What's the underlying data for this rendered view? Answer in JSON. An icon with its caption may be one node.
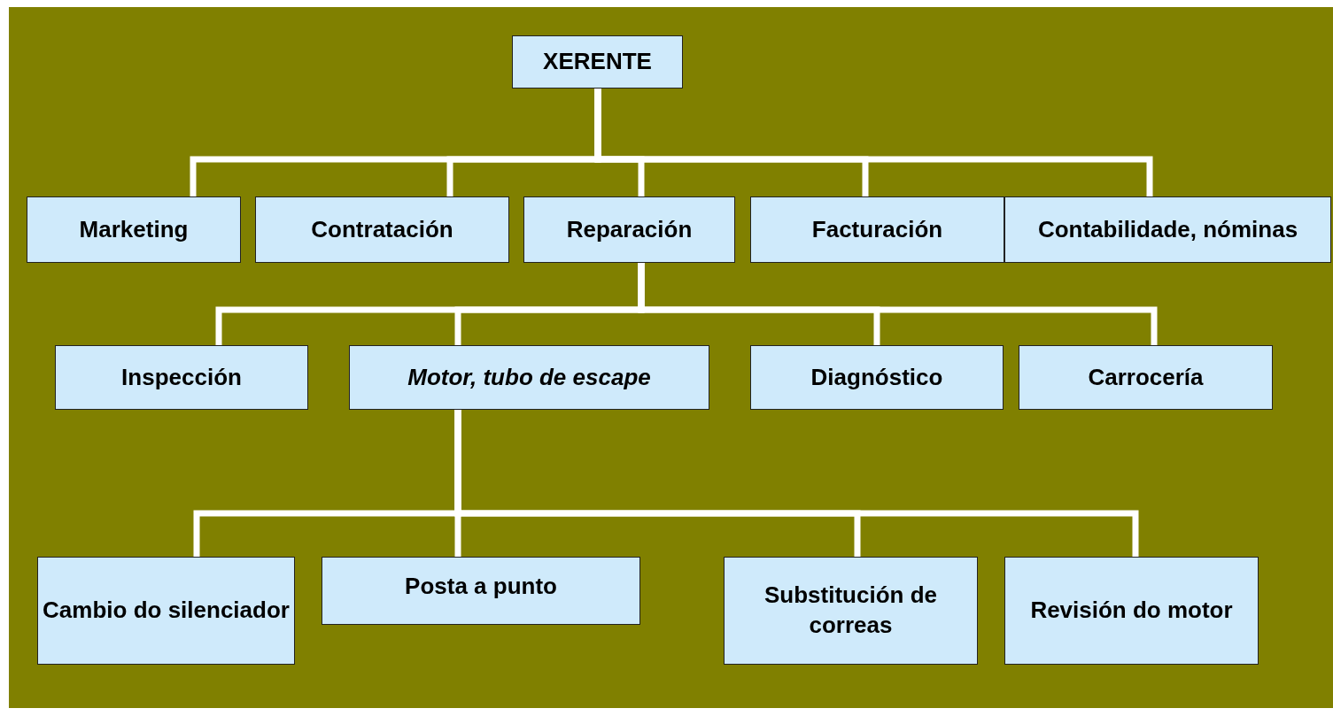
{
  "diagram": {
    "nodes": [
      {
        "text": [
          "XERENTE"
        ]
      },
      {
        "text": [
          "Marketing"
        ]
      },
      {
        "text": [
          "Contratación"
        ]
      },
      {
        "text": [
          "Reparación"
        ]
      },
      {
        "text": [
          "Facturación"
        ]
      },
      {
        "text": [
          "Contabilidade, nóminas"
        ]
      },
      {
        "text": [
          "Inspección"
        ]
      },
      {
        "text": [
          "Motor, tubo de escape"
        ]
      },
      {
        "text": [
          "Diagnóstico"
        ]
      },
      {
        "text": [
          "Carrocería"
        ]
      },
      {
        "text": [
          "Cambio do silenciador"
        ]
      },
      {
        "text": [
          "Posta a punto"
        ]
      },
      {
        "text": [
          "Substitución de correas"
        ]
      },
      {
        "text": [
          "Revisión do motor"
        ]
      }
    ],
    "edges": [
      {
        "from": 0,
        "to": 1,
        "arrow": "none"
      },
      {
        "from": 0,
        "to": 2,
        "arrow": "none"
      },
      {
        "from": 0,
        "to": 3,
        "arrow": "none"
      },
      {
        "from": 0,
        "to": 4,
        "arrow": "none"
      },
      {
        "from": 0,
        "to": 5,
        "arrow": "none"
      },
      {
        "from": 3,
        "to": 6,
        "arrow": "none"
      },
      {
        "from": 3,
        "to": 7,
        "arrow": "none"
      },
      {
        "from": 3,
        "to": 8,
        "arrow": "none"
      },
      {
        "from": 3,
        "to": 9,
        "arrow": "none"
      },
      {
        "from": 7,
        "to": 10,
        "arrow": "none"
      },
      {
        "from": 7,
        "to": 11,
        "arrow": "none"
      },
      {
        "from": 7,
        "to": 12,
        "arrow": "none"
      },
      {
        "from": 7,
        "to": 13,
        "arrow": "none"
      }
    ]
  }
}
